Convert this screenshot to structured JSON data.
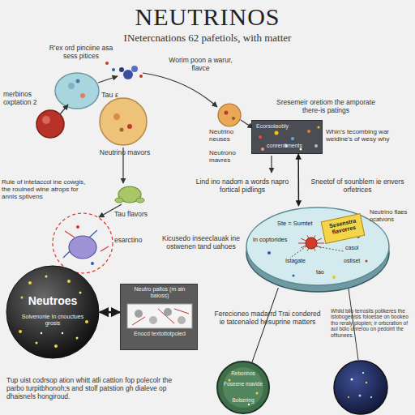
{
  "diagram": {
    "title": "NEUTRINOS",
    "nodes": [
      {
        "text": [
          "Ecorsoiaobly",
          "conrentiments"
        ]
      },
      {
        "text": [
          "Ste = Sumtet",
          "in coptorides",
          "casol",
          "Istagate",
          "tao",
          "ostiset"
        ]
      },
      {
        "text": [
          "Sesenstra flavorres"
        ]
      },
      {
        "text": [
          "Neutroes",
          "Solvenonie In cnouctues grosis"
        ]
      },
      {
        "text": [
          "Neutro paltos (m ain baioss)",
          "Enocd textottotpoled"
        ]
      },
      {
        "text": [
          "Reborinos",
          "Foseene mavide",
          "Bolsering"
        ]
      }
    ],
    "edges": [
      {
        "from": 0,
        "to": 1,
        "arrow": "both"
      },
      {
        "from": 3,
        "to": 4,
        "arrow": "both"
      },
      {
        "from": 1,
        "to": 5,
        "arrow": "none"
      }
    ],
    "labels": [
      "INetercnations 62 pafetiols, with matter",
      "R'ex ord pinciine asa sess pitices",
      "Worim poon a warur, flavce",
      "Tau ε",
      "merbinos oxptation 2",
      "Neutrino mavors",
      "Neutrino neuses",
      "Sresemeir oretiom the amporate there-is patings",
      "Neutrono mavres",
      "Whin's tecombing war weidine's of wesy why",
      "Rule of intetaccol ine cowgis, the roulned wine atrops for annis sptivens",
      "Tau flavors",
      "esarctino",
      "Lind ino nadom a words napro fortical pidlings",
      "Sneetof of sounblem ie envers orfetrices",
      "Neutrino flaes ocatvons",
      "Kicusedo inseeclauak ine ostwenen tand uahoes",
      "Ferecioneo madarrd Trai condered ie tatcenaled hesuprine matters",
      "Whild bilo terrosils potikeres the istobogenisis foloesse on bookeo tho reraly pioplen; ir orbcration of aul bdio unrerou on pedoint the ofitunees.",
      "Tup uist codrsop ation whitt atli cattion fop polecolr the parbo turpitbhonoh;s and stolf patstion gh dialeve op dhaisnels hongiroud."
    ]
  }
}
